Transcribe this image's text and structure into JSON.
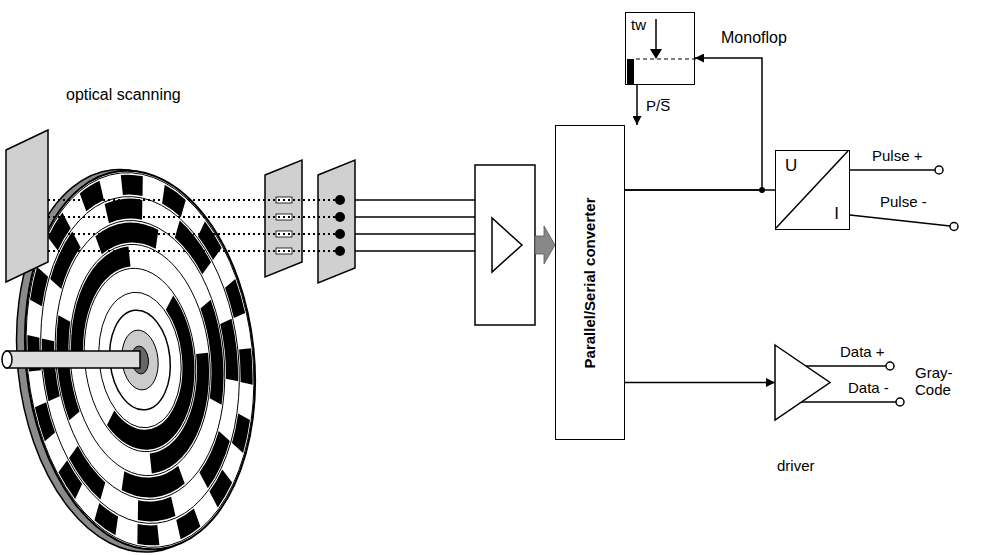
{
  "diagram": {
    "nodes": [
      {
        "text": [
          "Monoflop",
          "tw"
        ]
      },
      {
        "text": [
          "Parallel/Serial converter"
        ]
      },
      {
        "text": [
          "U",
          "I"
        ]
      },
      {
        "text": [
          "driver"
        ]
      }
    ],
    "edges": [
      {
        "from": 1,
        "to": 0,
        "arrow": "to"
      },
      {
        "from": 0,
        "to": 1,
        "arrow": "to",
        "label": "P/S̅"
      },
      {
        "from": 1,
        "to": 2,
        "arrow": "none"
      },
      {
        "from": 1,
        "to": 3,
        "arrow": "to"
      }
    ],
    "labels": [
      "optical scanning",
      "Pulse +",
      "Pulse -",
      "Data +",
      "Data -",
      "Gray- Code"
    ]
  }
}
